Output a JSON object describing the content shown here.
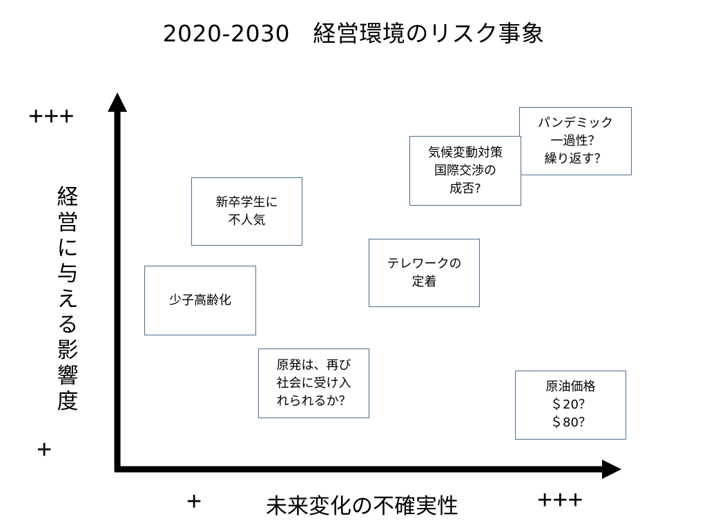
{
  "title": "2020-2030　経営環境のリスク事象",
  "y_axis": {
    "label": "経営に与える影響度",
    "high_tick": "+++",
    "low_tick": "+"
  },
  "x_axis": {
    "label": "未来変化の不確実性",
    "low_tick": "+",
    "high_tick": "+++"
  },
  "colors": {
    "box_border": "#4a6b8a",
    "axis": "#000000"
  },
  "risks": [
    {
      "id": "pandemic",
      "text": "パンデミック\n一過性？\n繰り返す？"
    },
    {
      "id": "climate",
      "text": "気候変動対策\n国際交渉の\n成否?"
    },
    {
      "id": "graduates",
      "text": "新卒学生に\n不人気"
    },
    {
      "id": "telework",
      "text": "テレワークの\n定着"
    },
    {
      "id": "aging",
      "text": "少子高齢化"
    },
    {
      "id": "nuclear",
      "text": "原発は、再び\n社会に受け入\nれられるか？"
    },
    {
      "id": "oil",
      "text": "原油価格\n＄20？\n＄80？"
    }
  ]
}
